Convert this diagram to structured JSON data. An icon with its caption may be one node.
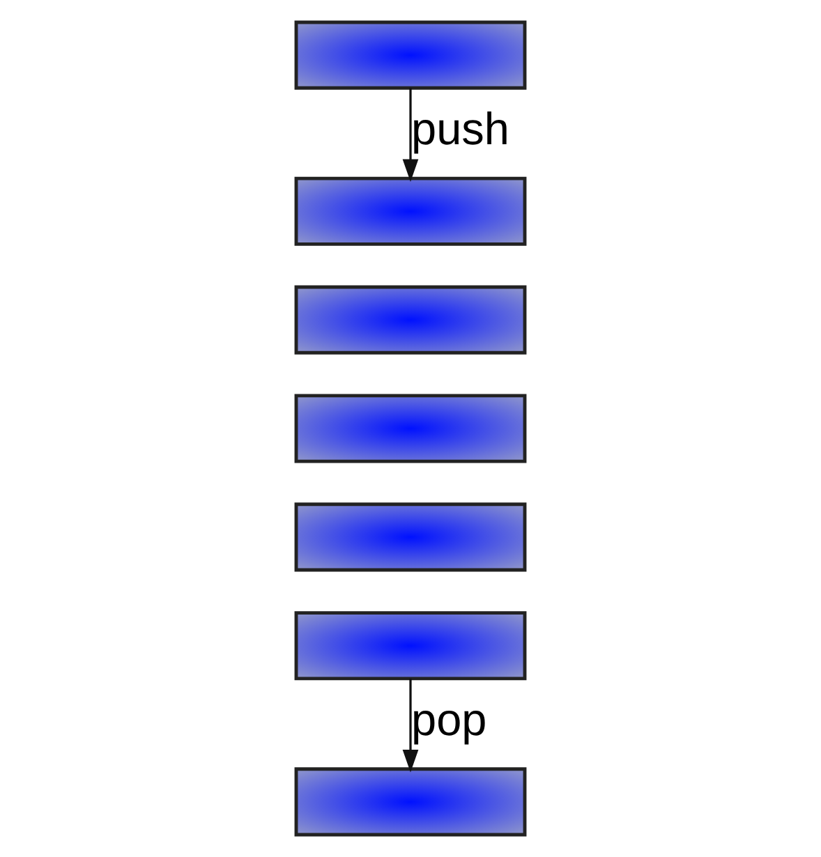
{
  "diagram": {
    "nodes": [
      {
        "text": [],
        "shape": "box"
      },
      {
        "text": [],
        "shape": "box"
      },
      {
        "text": [],
        "shape": "box"
      },
      {
        "text": [],
        "shape": "box"
      },
      {
        "text": [],
        "shape": "box"
      },
      {
        "text": [],
        "shape": "box"
      },
      {
        "text": [],
        "shape": "box"
      }
    ],
    "edges": [
      {
        "from": 0,
        "to": 1,
        "arrow": "to",
        "label": "push"
      },
      {
        "from": 5,
        "to": 6,
        "arrow": "to",
        "label": "pop"
      }
    ]
  }
}
